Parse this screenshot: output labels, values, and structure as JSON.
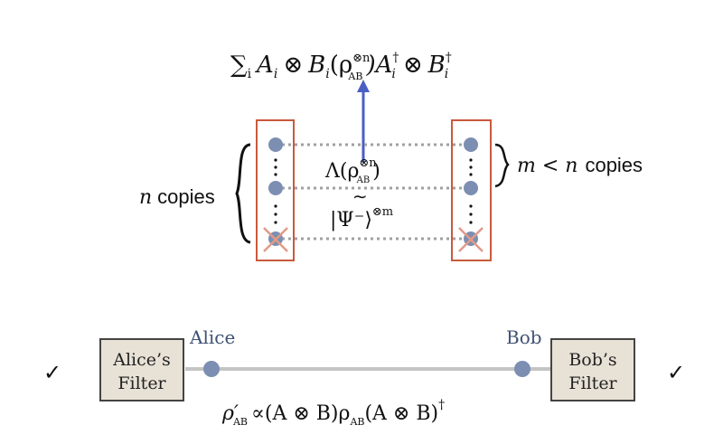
{
  "colors": {
    "dot": "#7c8fb2",
    "box_stroke": "#c85a3c",
    "arrow": "#4a5fc4",
    "filter_fill": "#e8e1d6",
    "filter_stroke": "#444444",
    "label_blue": "#3f5273",
    "line_gray": "#b4b4b4",
    "cross": "#e29a86",
    "text": "#111111"
  },
  "top": {
    "formula_sum": "∑",
    "formula_sub_i": "i",
    "formula_main": "A",
    "formula_otimes": "⊗",
    "formula_B": "B",
    "formula_rho": "(ρ",
    "formula_rho_sup": "⊗n",
    "formula_rho_sub": "AB",
    "formula_close": ")A",
    "formula_dagger": "†",
    "lambda_prefix": "Λ(ρ",
    "lambda_sup": "⊗n",
    "lambda_sub": "AB",
    "lambda_close": ")",
    "approx": "≀",
    "psi": "|Ψ⁻⟩",
    "psi_sup": "⊗m",
    "n_copies_var": "n",
    "n_copies_label": "copies",
    "m_copies_var": "m < n",
    "m_copies_label": "copies"
  },
  "bottom": {
    "left_check": "✓",
    "right_check": "✓",
    "alice_filter_line1": "Alice’s",
    "alice_filter_line2": "Filter",
    "bob_filter_line1": "Bob’s",
    "bob_filter_line2": "Filter",
    "alice_label": "Alice",
    "bob_label": "Bob",
    "rho_prime": "ρ′",
    "rho_prime_sub": "AB",
    "relation": "∝(A ⊗ B)ρ",
    "relation_sub": "AB",
    "relation_end": "(A ⊗ B)",
    "relation_dagger": "†"
  }
}
